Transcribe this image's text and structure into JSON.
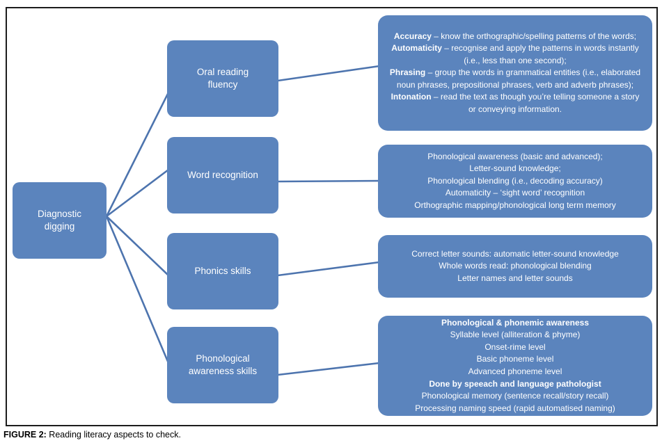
{
  "colors": {
    "box_fill": "#5b84bd",
    "connector": "#4d74ae",
    "box_text": "#ffffff",
    "frame_border": "#1c1c1c"
  },
  "root": {
    "label": "Diagnostic digging"
  },
  "branches": [
    {
      "label": "Oral reading fluency",
      "details": [
        {
          "segments": [
            {
              "text": "Accuracy",
              "bold": true
            },
            {
              "text": " – know the orthographic/spelling patterns of the words;",
              "bold": false
            }
          ]
        },
        {
          "segments": [
            {
              "text": "Automaticity",
              "bold": true
            },
            {
              "text": " – recognise and apply the patterns in words instantly (i.e., less than one second);",
              "bold": false
            }
          ]
        },
        {
          "segments": [
            {
              "text": "Phrasing",
              "bold": true
            },
            {
              "text": " – group the words in grammatical entities (i.e., elaborated noun phrases, prepositional phrases, verb and adverb phrases);",
              "bold": false
            }
          ]
        },
        {
          "segments": [
            {
              "text": "Intonation",
              "bold": true
            },
            {
              "text": " – read the text as though you’re telling someone a story or conveying information.",
              "bold": false
            }
          ]
        }
      ]
    },
    {
      "label": "Word recognition",
      "details": [
        {
          "segments": [
            {
              "text": "Phonological awareness (basic and advanced);",
              "bold": false
            }
          ]
        },
        {
          "segments": [
            {
              "text": "Letter-sound knowledge;",
              "bold": false
            }
          ]
        },
        {
          "segments": [
            {
              "text": "Phonological blending (i.e., decoding accuracy)",
              "bold": false
            }
          ]
        },
        {
          "segments": [
            {
              "text": "Automaticity – ‘sight word’ recognition",
              "bold": false
            }
          ]
        },
        {
          "segments": [
            {
              "text": "Orthographic mapping/phonological long term memory",
              "bold": false
            }
          ]
        }
      ]
    },
    {
      "label": "Phonics skills",
      "details": [
        {
          "segments": [
            {
              "text": "Correct letter sounds: automatic letter-sound knowledge",
              "bold": false
            }
          ]
        },
        {
          "segments": [
            {
              "text": "Whole words read: phonological blending",
              "bold": false
            }
          ]
        },
        {
          "segments": [
            {
              "text": "Letter names and letter sounds",
              "bold": false
            }
          ]
        }
      ]
    },
    {
      "label": "Phonological awareness skills",
      "details": [
        {
          "segments": [
            {
              "text": "Phonological & phonemic awareness",
              "bold": true
            }
          ]
        },
        {
          "segments": [
            {
              "text": "Syllable level (alliteration & phyme)",
              "bold": false
            }
          ]
        },
        {
          "segments": [
            {
              "text": "Onset-rime level",
              "bold": false
            }
          ]
        },
        {
          "segments": [
            {
              "text": "Basic  phoneme level",
              "bold": false
            }
          ]
        },
        {
          "segments": [
            {
              "text": "Advanced phoneme level",
              "bold": false
            }
          ]
        },
        {
          "segments": [
            {
              "text": "Done by speeach and language pathologist",
              "bold": true
            }
          ]
        },
        {
          "segments": [
            {
              "text": "Phonological memory (sentence recall/story recall)",
              "bold": false
            }
          ]
        },
        {
          "segments": [
            {
              "text": "Processing naming speed (rapid automatised naming)",
              "bold": false
            }
          ]
        }
      ]
    }
  ],
  "caption": {
    "label": "FIGURE 2:",
    "text": " Reading literacy aspects to check."
  }
}
